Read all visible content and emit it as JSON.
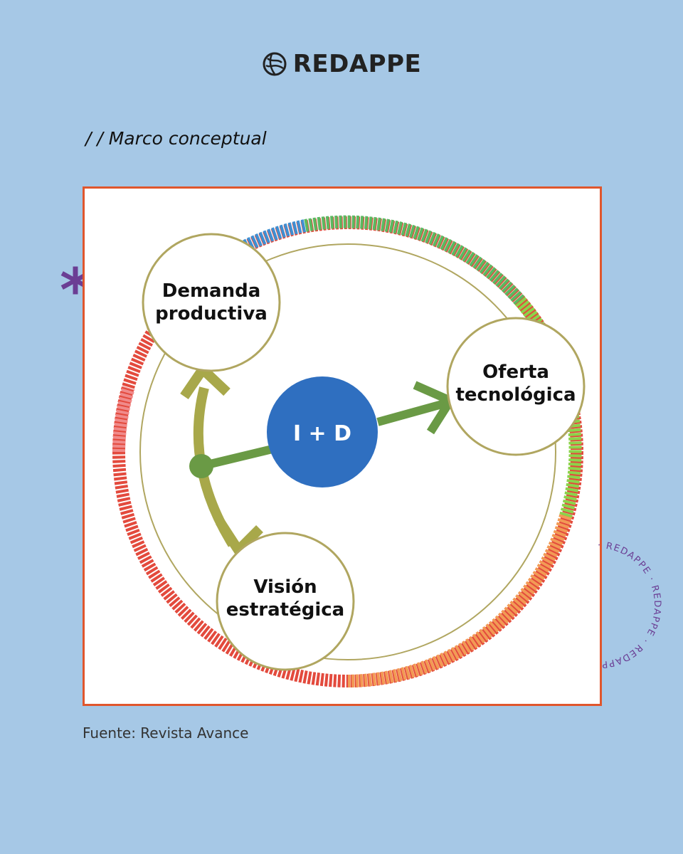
{
  "brand": {
    "name": "REDAPPE",
    "icon": "globe-icon"
  },
  "header": {
    "title": "/ / Marco conceptual"
  },
  "diagram": {
    "center": {
      "label": "I + D",
      "color": "#2f6fc0"
    },
    "nodes": {
      "demanda": {
        "line1": "Demanda",
        "line2": "productiva"
      },
      "oferta": {
        "line1": "Oferta",
        "line2": "tecnológica"
      },
      "vision": {
        "line1": "Visión",
        "line2": "estratégica"
      }
    },
    "colors": {
      "frame": "#e0562d",
      "ring_blue": "#3f8fd2",
      "ring_green": "#5cb860",
      "ring_lime": "#8cd34a",
      "ring_orange": "#f29a55",
      "ring_red": "#e34a3d",
      "arrow_green": "#6a9a45",
      "arrow_olive": "#a8a84a"
    }
  },
  "decor": {
    "asterisk": "*",
    "stamp_text": "· REDAPPE · REDAPPE · REDAPPE "
  },
  "footer": {
    "source": "Fuente: Revista Avance"
  }
}
